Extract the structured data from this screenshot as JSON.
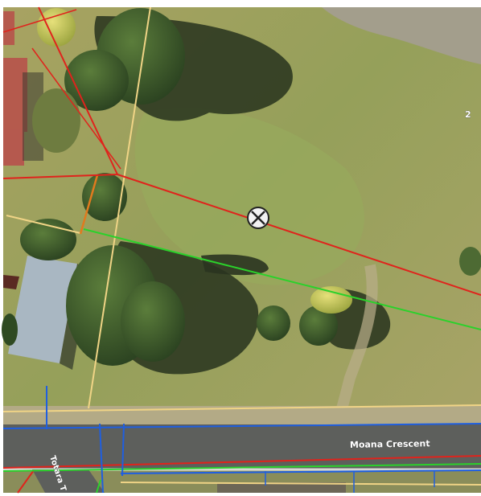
{
  "map": {
    "street_labels": {
      "moana": "Moana Crescent",
      "totara": "Totara T"
    },
    "parcel_numbers": {
      "right": "2"
    },
    "marker": {
      "icon": "circle-x-icon"
    },
    "colors": {
      "grass_light": "#a6a160",
      "grass_green": "#8d9a55",
      "road": "#5d5f5c",
      "red_line": "#e0231c",
      "green_line": "#2bd12b",
      "blue_line": "#1f5fe0",
      "yellow_line": "#f0d486",
      "orange_line": "#e07a1e"
    }
  }
}
